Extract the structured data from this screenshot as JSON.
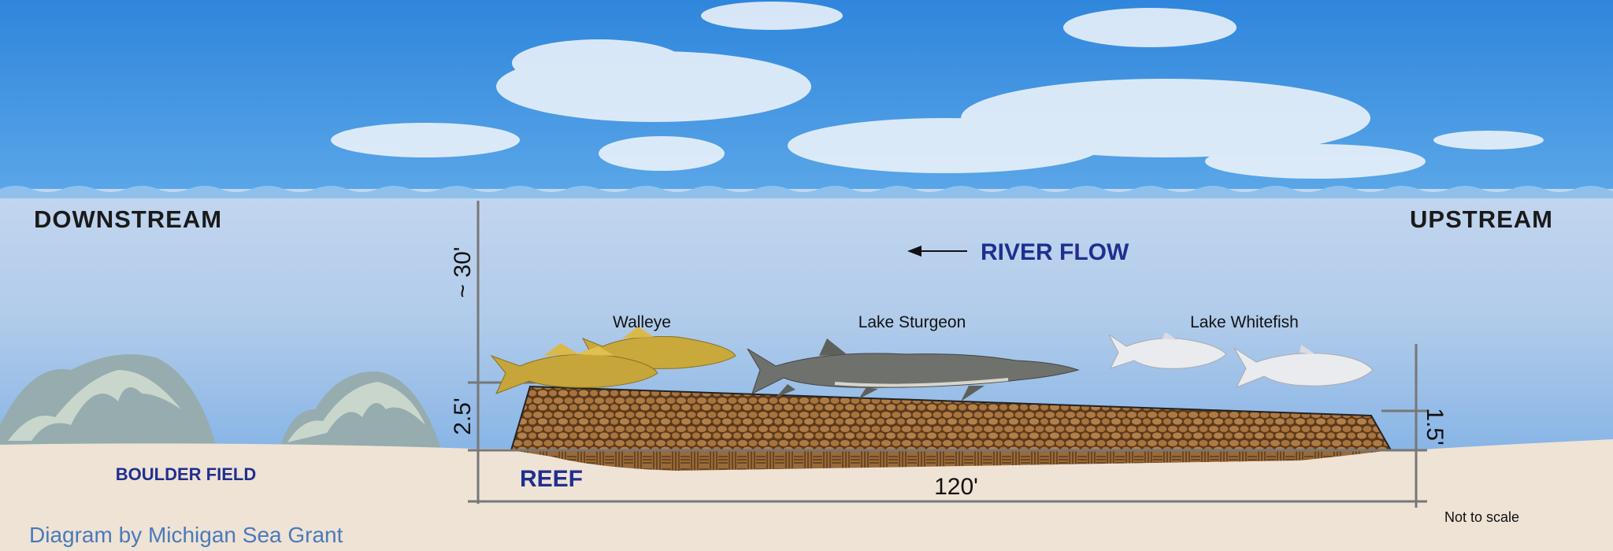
{
  "labels": {
    "downstream": "DOWNSTREAM",
    "upstream": "UPSTREAM",
    "river_flow": "RIVER FLOW",
    "boulder_field": "BOULDER FIELD",
    "reef": "REEF",
    "credit": "Diagram by Michigan Sea Grant",
    "not_to_scale": "Not to scale"
  },
  "fish": {
    "walleye": "Walleye",
    "sturgeon": "Lake Sturgeon",
    "whitefish": "Lake Whitefish"
  },
  "dimensions": {
    "depth": "~ 30'",
    "reef_height_downstream": "2.5'",
    "reef_height_upstream": "1.5'",
    "reef_length": "120'"
  },
  "colors": {
    "sky": "#3a8de0",
    "water": "#bcd3ee",
    "sand": "#efe3d6",
    "reef": "#a8743f",
    "label_blue": "#1f2f8f",
    "credit_blue": "#4a7ab8"
  }
}
